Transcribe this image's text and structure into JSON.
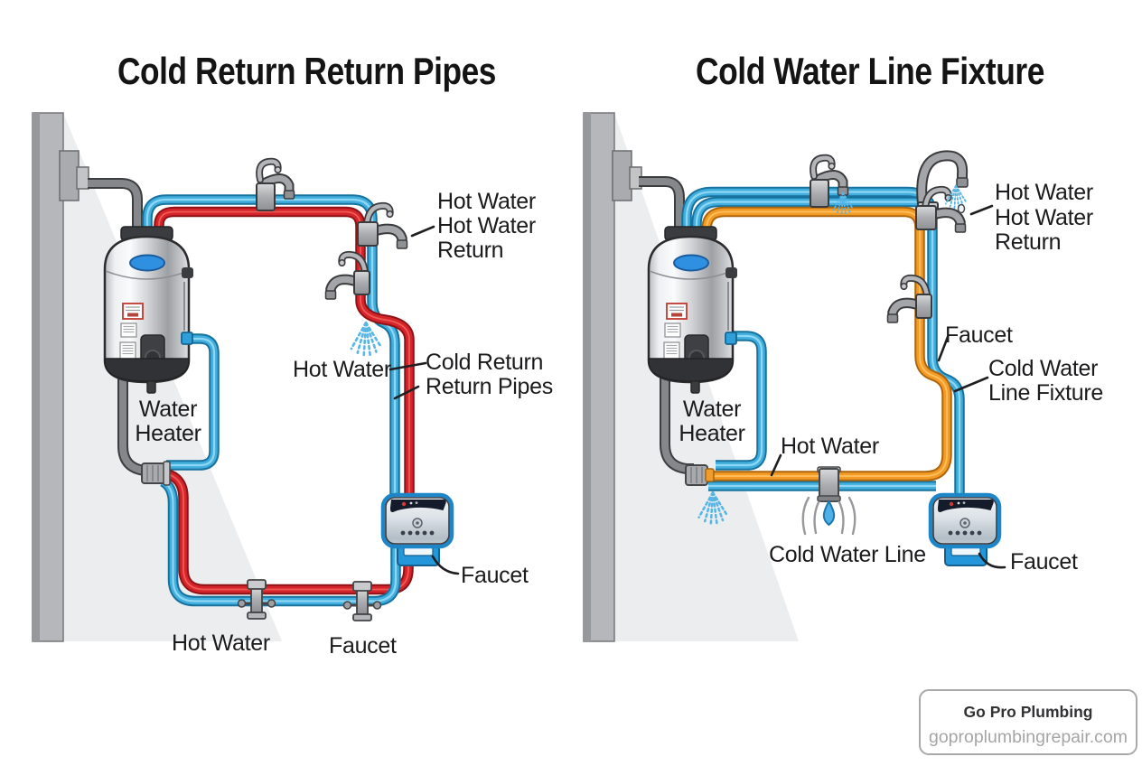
{
  "diagram": {
    "type": "plumbing-diagram",
    "left_panel": {
      "title": "Cold Return Return Pipes",
      "callout_hot_water_return": {
        "line1": "Hot Water",
        "line2": "Hot Water",
        "line3": "Return"
      },
      "label_hot_water_mid": "Hot Water",
      "callout_cold_return": {
        "line1": "Cold Return",
        "line2": "Return Pipes"
      },
      "label_water_heater": {
        "line1": "Water",
        "line2": "Heater"
      },
      "label_faucet_fixture": "Faucet",
      "label_hot_water_bottom": "Hot Water",
      "label_faucet_bottom": "Faucet"
    },
    "right_panel": {
      "title": "Cold Water Line Fixture",
      "callout_hot_water_return": {
        "line1": "Hot Water",
        "line2": "Hot Water",
        "line3": "Return"
      },
      "label_faucet_mid": "Faucet",
      "callout_cold_water_fixture": {
        "line1": "Cold Water",
        "line2": "Line Fixture"
      },
      "label_water_heater": {
        "line1": "Water",
        "line2": "Heater"
      },
      "label_hot_water_pipe": "Hot Water",
      "label_cold_water_line": "Cold Water Line",
      "label_faucet_fixture": "Faucet"
    },
    "badge": {
      "company": "Go Pro Plumbing",
      "website": "goproplumbingrepair.com"
    },
    "colors": {
      "hot_water_pipe": "#d6242b",
      "cold_water_pipe": "#41aede",
      "cold_line_pipe": "#f49b26",
      "vent_pipe": "#85878b",
      "wall": "#b6b7ba",
      "label_text": "#1b1b1d",
      "title_text": "#141414"
    },
    "icons": [
      "water-heater-icon",
      "faucet-icon",
      "gooseneck-faucet-icon",
      "shutoff-valve-icon",
      "pipe-fitting-icon",
      "water-spray-icon",
      "water-drop-icon",
      "fixture-unit-icon",
      "wall-bracket-icon"
    ]
  }
}
